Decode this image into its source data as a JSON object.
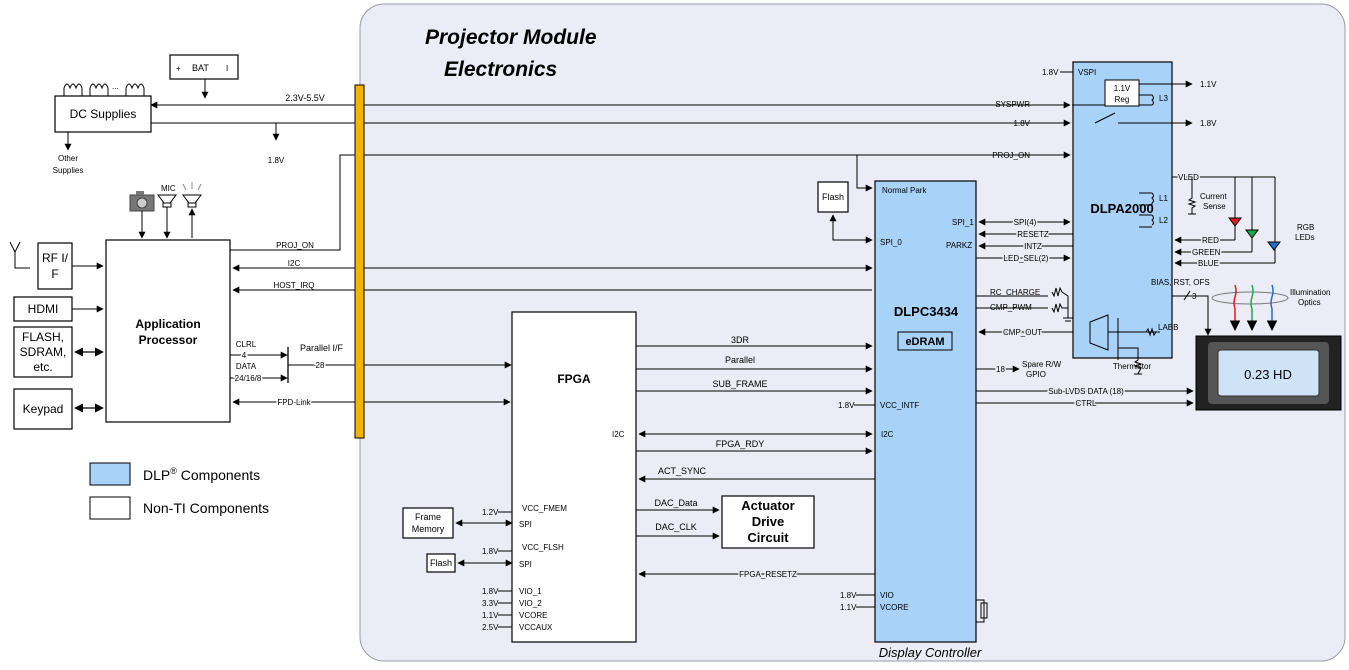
{
  "module_title_line1": "Projector Module",
  "module_title_line2": "Electronics",
  "display_controller_caption": "Display Controller",
  "blocks": {
    "dc_supplies": "DC Supplies",
    "bat": "BAT",
    "other_supplies_1": "Other",
    "other_supplies_2": "Supplies",
    "rf_1": "RF I/",
    "rf_2": "F",
    "hdmi": "HDMI",
    "flash_sdram_1": "FLASH,",
    "flash_sdram_2": "SDRAM,",
    "flash_sdram_3": "etc.",
    "keypad": "Keypad",
    "app_proc_1": "Application",
    "app_proc_2": "Processor",
    "fpga": "FPGA",
    "frame_memory_1": "Frame",
    "frame_memory_2": "Memory",
    "flash": "Flash",
    "actuator_1": "Actuator",
    "actuator_2": "Drive",
    "actuator_3": "Circuit",
    "dlpc": "DLPC3434",
    "edram": "eDRAM",
    "dlpa": "DLPA2000",
    "reg_1": "1.1V",
    "reg_2": "Reg",
    "dmd": "0.23 HD",
    "mic": "MIC",
    "dots": "...",
    "plus": "+",
    "minus": "I"
  },
  "signals": {
    "v_range": "2.3V-5.5V",
    "v18": "1.8V",
    "v11": "1.1V",
    "v12": "1.2V",
    "v33": "3.3V",
    "v25": "2.5V",
    "proj_on": "PROJ_ON",
    "i2c": "I2C",
    "host_irq": "HOST_IRQ",
    "clrl": "CLRL",
    "four": "4",
    "data": "DATA",
    "data_w": "24/16/8",
    "parallel_if": "Parallel I/F",
    "n28": "28",
    "fpd_link": "FPD-Link",
    "three_dr": "3DR",
    "parallel": "Parallel",
    "sub_frame": "SUB_FRAME",
    "fpga_rdy": "FPGA_RDY",
    "act_sync": "ACT_SYNC",
    "dac_data": "DAC_Data",
    "dac_clk": "DAC_CLK",
    "fpga_resetz": "FPGA_RESETZ",
    "syspwr": "SYSPWR",
    "spi4": "SPI(4)",
    "resetz": "RESETZ",
    "intz": "INTZ",
    "led_sel": "LED_SEL(2)",
    "rc_charge": "RC_CHARGE",
    "cmp_pwm": "CMP_PWM",
    "cmp_out": "CMP_OUT",
    "n18": "18",
    "spare_1": "Spare R/W",
    "spare_2": "GPIO",
    "sub_lvds": "Sub-LVDS DATA (18)",
    "ctrl": "CTRL",
    "vled": "VLED",
    "current_1": "Current",
    "current_2": "Sense",
    "red": "RED",
    "green": "GREEN",
    "blue": "BLUE",
    "rgb_1": "RGB",
    "rgb_2": "LEDs",
    "bias": "BIAS, RST, OFS",
    "three": "3",
    "illum_1": "Illumination",
    "illum_2": "Optics",
    "thermistor": "Thermistor",
    "labb": "LABB",
    "l1": "L1",
    "l2": "L2",
    "l3": "L3"
  },
  "pins": {
    "vcc_fmem": "VCC_FMEM",
    "spi": "SPI",
    "vcc_flsh": "VCC_FLSH",
    "vio_1": "VIO_1",
    "vio_2": "VIO_2",
    "vcore": "VCORE",
    "vccaux": "VCCAUX",
    "i2c": "I2C",
    "normal_park": "Normal Park",
    "spi_1": "SPI_1",
    "spi_0": "SPI_0",
    "parkz": "PARKZ",
    "vcc_intf": "VCC_INTF",
    "vio": "VIO",
    "vspi": "VSPI"
  },
  "legend": {
    "dlp_main": "DLP",
    "dlp_sup": "®",
    "dlp_rest": " Components",
    "nonti": "Non-TI Components"
  },
  "colors": {
    "dlp_blue": "#a8d2f7",
    "module_bg": "#ececf6",
    "bus_orange": "#f5b400",
    "led_red": "#e41a1c",
    "led_green": "#1faa4a",
    "led_blue": "#1f6fd1"
  }
}
